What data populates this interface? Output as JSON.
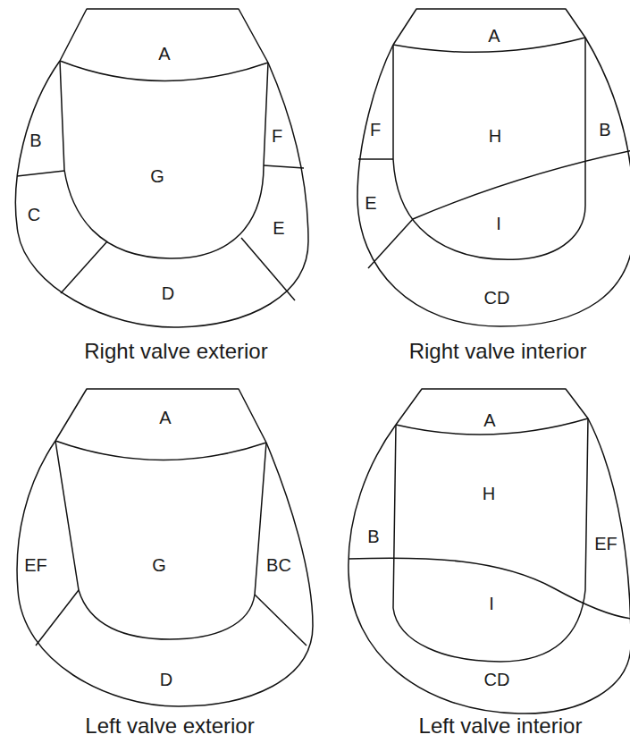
{
  "diagram": {
    "labels": [
      "A",
      "B",
      "G",
      "F",
      "C",
      "E",
      "D",
      "Right valve exterior",
      "A",
      "F",
      "H",
      "B",
      "E",
      "I",
      "CD",
      "Right valve interior",
      "A",
      "EF",
      "G",
      "BC",
      "D",
      "Left valve exterior",
      "A",
      "B",
      "H",
      "EF",
      "I",
      "CD",
      "Left valve interior"
    ]
  }
}
